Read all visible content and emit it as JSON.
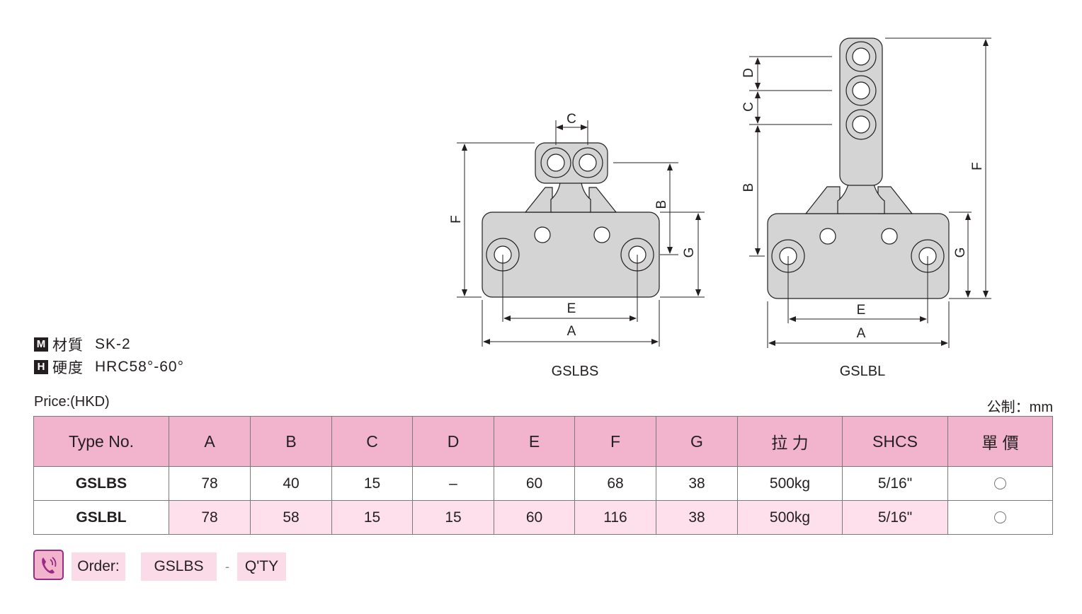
{
  "specs": {
    "material": {
      "box": "M",
      "label": "材質",
      "value": "SK-2"
    },
    "hardness": {
      "box": "H",
      "label": "硬度",
      "value": "HRC58°-60°"
    }
  },
  "price_label": "Price:(HKD)",
  "unit_label": "公制：mm",
  "drawings": {
    "left_name": "GSLBS",
    "right_name": "GSLBL",
    "dim_labels": {
      "A": "A",
      "B": "B",
      "C": "C",
      "D": "D",
      "E": "E",
      "F": "F",
      "G": "G"
    }
  },
  "table": {
    "headers": [
      "Type No.",
      "A",
      "B",
      "C",
      "D",
      "E",
      "F",
      "G",
      "拉 力",
      "SHCS",
      "單 價"
    ],
    "rows": [
      {
        "type": "GSLBS",
        "A": "78",
        "B": "40",
        "C": "15",
        "D": "–",
        "E": "60",
        "F": "68",
        "G": "38",
        "force": "500kg",
        "shcs": "5/16\"",
        "price_mark": "○"
      },
      {
        "type": "GSLBL",
        "A": "78",
        "B": "58",
        "C": "15",
        "D": "15",
        "E": "60",
        "F": "116",
        "G": "38",
        "force": "500kg",
        "shcs": "5/16\"",
        "price_mark": "○"
      }
    ]
  },
  "order": {
    "label": "Order:",
    "code": "GSLBS",
    "separator": "-",
    "qty": "Q'TY"
  },
  "colors": {
    "header_pink": "#f2b3cc",
    "row_pink": "#fde0ec",
    "part_gray": "#d4d4d4",
    "icon_purple": "#9a2a86"
  }
}
